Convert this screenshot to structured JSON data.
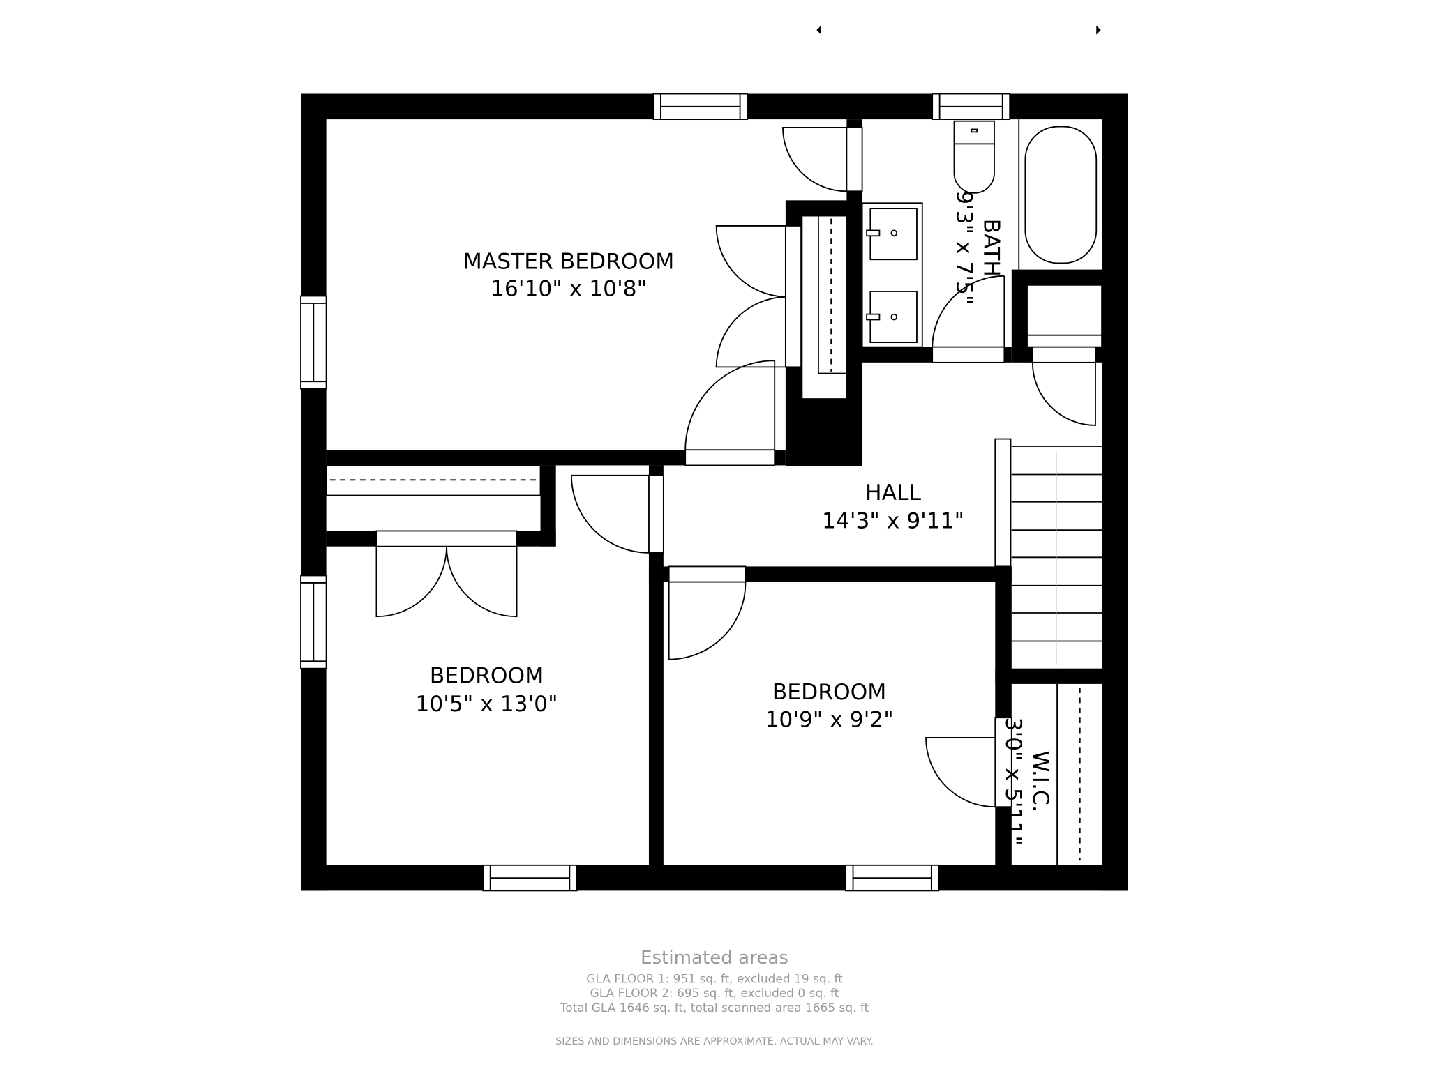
{
  "rooms": {
    "master_bedroom": {
      "name": "MASTER BEDROOM",
      "dims": "16'10\" x 10'8\""
    },
    "bath": {
      "name": "BATH",
      "dims": "9'3\" x 7'5\""
    },
    "hall": {
      "name": "HALL",
      "dims": "14'3\" x 9'11\""
    },
    "bedroom_left": {
      "name": "BEDROOM",
      "dims": "10'5\" x 13'0\""
    },
    "bedroom_right": {
      "name": "BEDROOM",
      "dims": "10'9\" x 9'2\""
    },
    "wic": {
      "name": "W.I.C.",
      "dims": "3'0\" x 5'11\""
    }
  },
  "footer": {
    "title": "Estimated areas",
    "lines": [
      "GLA FLOOR 1: 951 sq. ft, excluded 19 sq. ft",
      "GLA FLOOR 2: 695 sq. ft, excluded 0 sq. ft",
      "Total GLA 1646 sq. ft, total scanned area 1665 sq. ft"
    ],
    "disclaimer": "SIZES AND DIMENSIONS ARE APPROXIMATE, ACTUAL MAY VARY."
  },
  "colors": {
    "wall": "#000000",
    "footer_text": "#9a9a9a"
  }
}
